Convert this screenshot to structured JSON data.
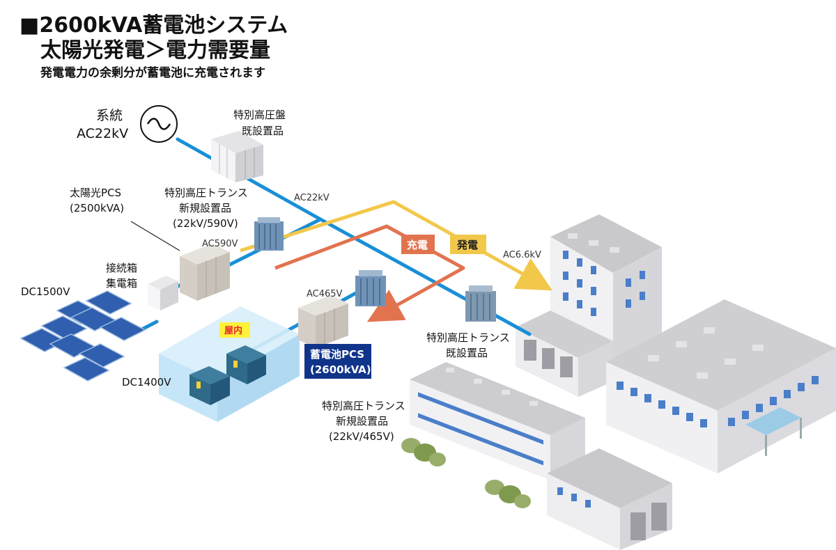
{
  "header": {
    "title_line1": "■2600kVA蓄電池システム",
    "title_line2": "太陽光発電＞電力需要量",
    "subtitle": "発電電力の余剰分が蓄電池に充電されます"
  },
  "labels": {
    "grid_line1": "系統",
    "grid_line2": "AC22kV",
    "switchgear_line1": "特別高圧盤",
    "switchgear_line2": "既設置品",
    "ac22kv": "AC22kV",
    "solar_pcs_line1": "太陽光PCS",
    "solar_pcs_line2": "(2500kVA)",
    "new_trans1_line1": "特別高圧トランス",
    "new_trans1_line2": "新規設置品",
    "new_trans1_line3": "(22kV/590V)",
    "ac590v": "AC590V",
    "junction_line1": "接続箱",
    "junction_line2": "集電箱",
    "dc1500v": "DC1500V",
    "indoor": "屋内",
    "dc1400v": "DC1400V",
    "ac465v": "AC465V",
    "battery_pcs_line1": "蓄電池PCS",
    "battery_pcs_line2": "(2600kVA)",
    "new_trans2_line1": "特別高圧トランス",
    "new_trans2_line2": "新規設置品",
    "new_trans2_line3": "(22kV/465V)",
    "charge": "充電",
    "generation": "発電",
    "ac66kv": "AC6.6kV",
    "existing_trans_line1": "特別高圧トランス",
    "existing_trans_line2": "既設置品"
  },
  "colors": {
    "line_blue": "#1a8fd6",
    "charge_orange": "#e2734f",
    "generation_yellow": "#f2c84b",
    "battery_pcs_navy": "#10348a",
    "indoor_yellow": "#fff13a",
    "indoor_blue": "#bfe3f7"
  }
}
